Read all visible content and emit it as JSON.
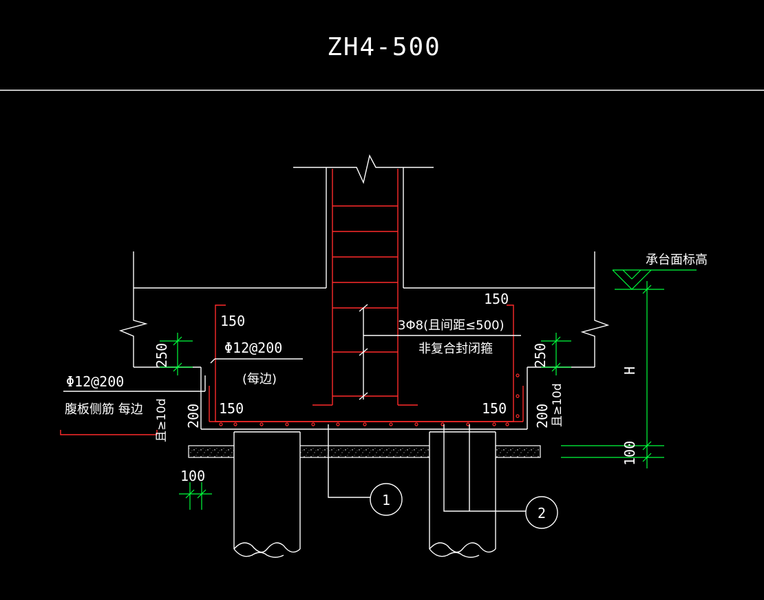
{
  "title": "ZH4-500",
  "labels": {
    "top_cover_left": "150",
    "bottom_cover_left": "150",
    "top_cover_right": "150",
    "bottom_cover_right": "150",
    "side_rebar_inner": "Φ12@200",
    "side_rebar_inner_note": "(每边)",
    "side_rebar_outer": "Φ12@200",
    "side_rebar_outer_note": "腹板侧筋 每边",
    "stirrup": "3Φ8(且间距≤500)",
    "stirrup_note": "非复合封闭箍",
    "dim_250_left": "250",
    "dim_250_right": "250",
    "dim_200_left": "200",
    "dim_200_right": "200",
    "dim_10d_left": "且≥10d",
    "dim_10d_right": "且≥10d",
    "dim_100_left": "100",
    "dim_100_right": "100",
    "dim_h": "H",
    "elevation": "承台面标高",
    "callout_1": "1",
    "callout_2": "2"
  },
  "colors": {
    "background": "#000000",
    "outline": "#ffffff",
    "rebar": "#ff2b2b",
    "dimension": "#00ff3c"
  }
}
